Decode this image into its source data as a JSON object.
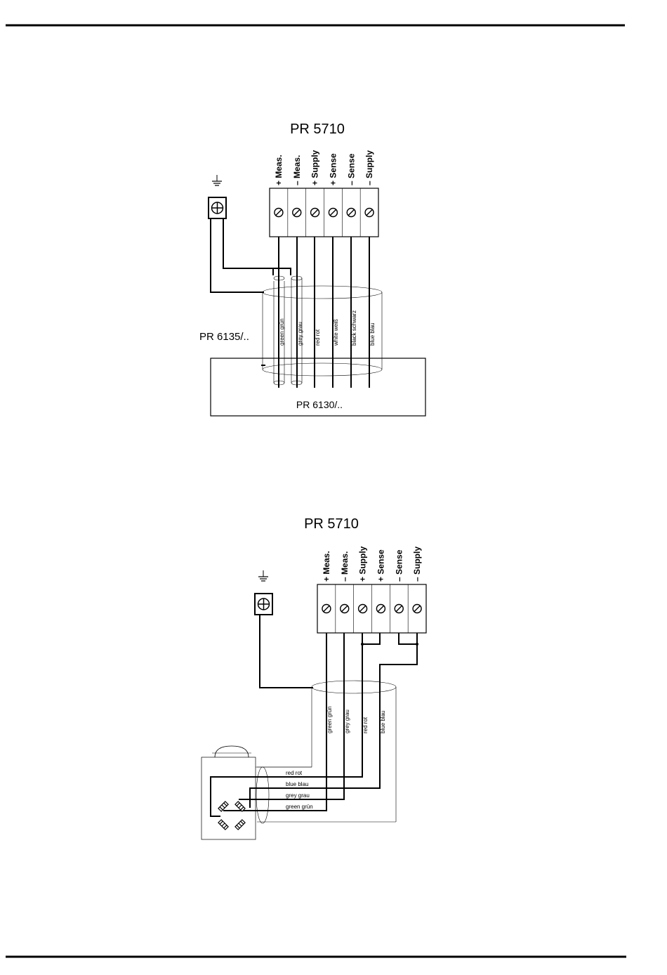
{
  "diagram_top": {
    "title": "PR 5710",
    "terminals": [
      "+ Meas.",
      "– Meas.",
      "+ Supply",
      "+ Sense",
      "– Sense",
      "– Supply"
    ],
    "wires": [
      "green  grün",
      "grey  grau",
      "red  rot",
      "white  weiß",
      "black  schwarz",
      "blue  blau"
    ],
    "cable_label": "PR 6135/..",
    "box_label": "PR 6130/.."
  },
  "diagram_bottom": {
    "title": "PR 5710",
    "terminals": [
      "+ Meas.",
      "– Meas.",
      "+ Supply",
      "+ Sense",
      "– Sense",
      "– Supply"
    ],
    "wires": [
      "green  grün",
      "grey  grau",
      "red  rot",
      "blue  blau"
    ],
    "cell_wires": [
      "red      rot",
      "blue    blau",
      "grey    grau",
      "green  grün"
    ]
  },
  "icons": [
    "ground-symbol",
    "ground-screw-terminal",
    "terminal-screw",
    "load-cell-bridge"
  ]
}
